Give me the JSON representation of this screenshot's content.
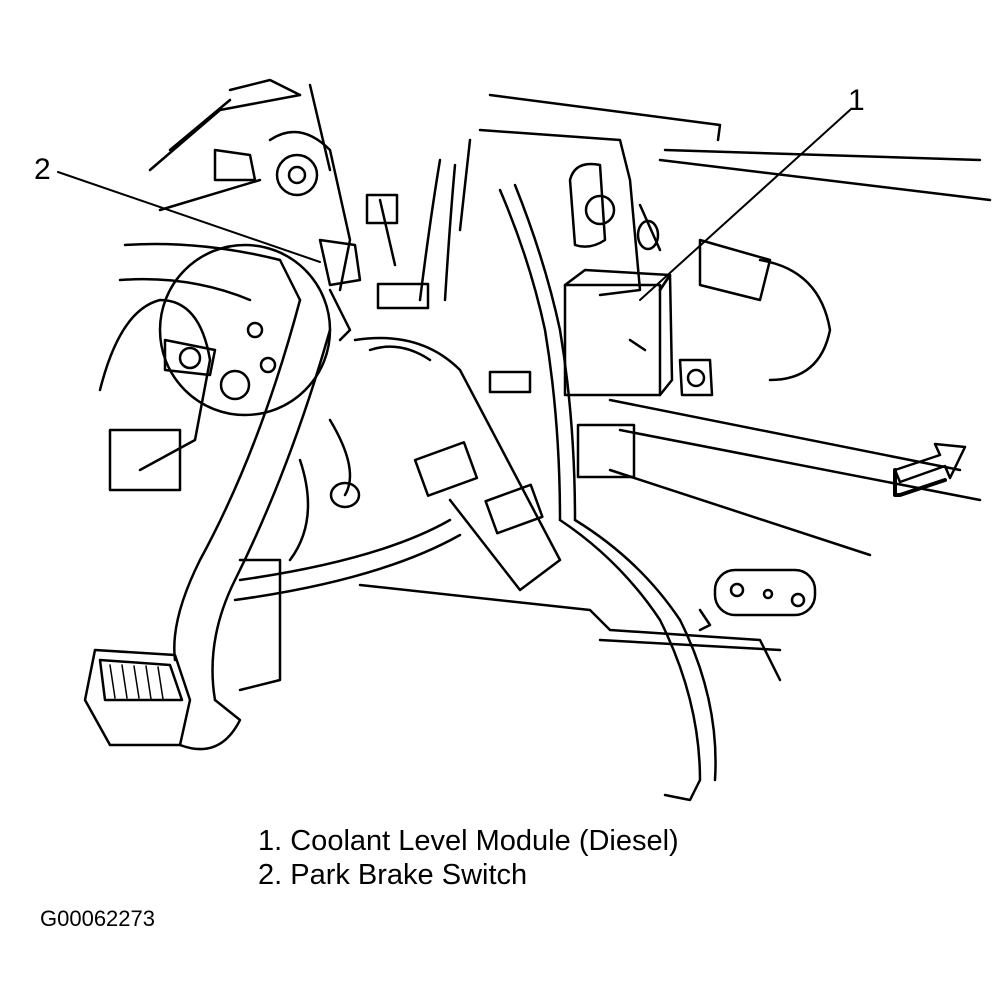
{
  "callouts": [
    {
      "number": "1"
    },
    {
      "number": "2"
    }
  ],
  "legend": [
    {
      "text": "1. Coolant Level Module (Diesel)"
    },
    {
      "text": "2. Park Brake Switch"
    }
  ],
  "figure_id": "G00062273",
  "colors": {
    "line": "#000000",
    "fill": "#ffffff",
    "arrow": "#000000"
  },
  "icons": [
    "direction-arrow-icon"
  ]
}
